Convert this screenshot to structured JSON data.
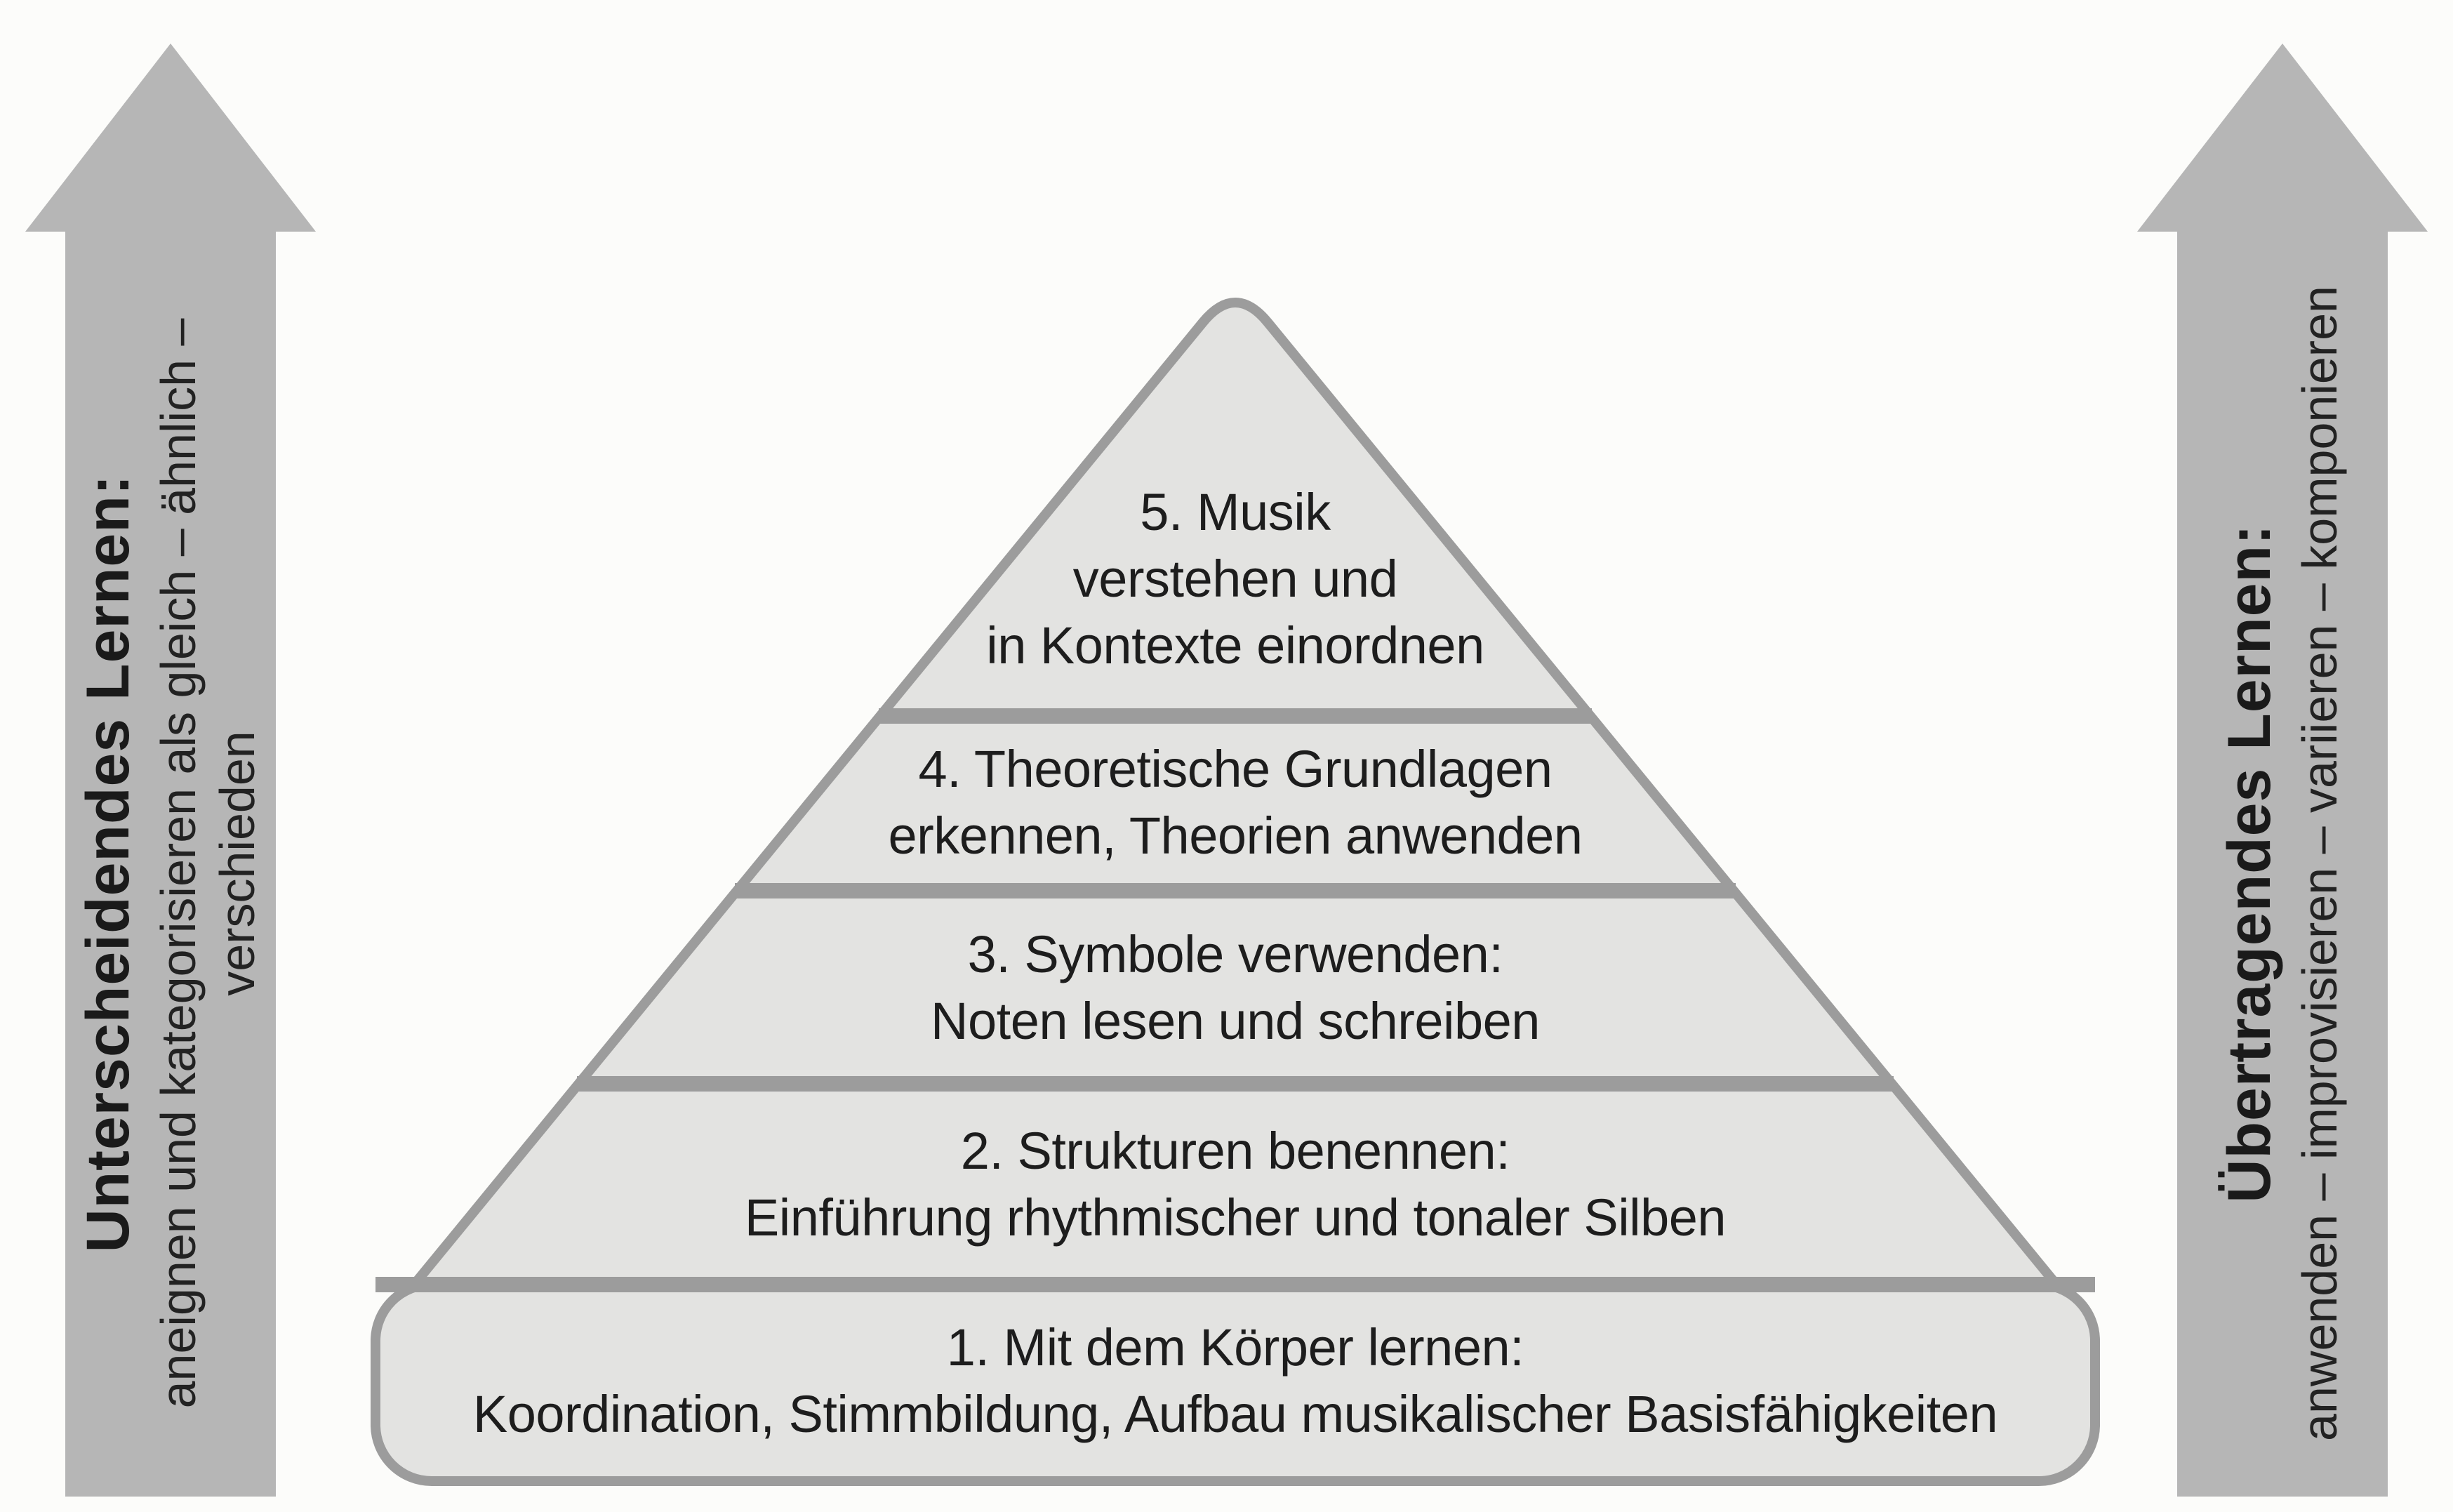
{
  "left_arrow": {
    "title": "Unterscheidendes Lernen:",
    "subtitle": "aneignen und kategorisieren als gleich – ähnlich –\nverschieden"
  },
  "right_arrow": {
    "title": "Übertragendes Lernen:",
    "subtitle": "anwenden – improvisieren – variieren – komponieren"
  },
  "pyramid": {
    "levels": [
      {
        "level": 5,
        "text": "5. Musik\nverstehen und\nin Kontexte einordnen"
      },
      {
        "level": 4,
        "text": "4. Theoretische Grundlagen\nerkennen, Theorien anwenden"
      },
      {
        "level": 3,
        "text": "3. Symbole verwenden:\nNoten lesen und schreiben"
      },
      {
        "level": 2,
        "text": "2. Strukturen benennen:\nEinführung rhythmischer und tonaler Silben"
      },
      {
        "level": 1,
        "text": "1. Mit dem Körper lernen:\nKoordination, Stimmbildung, Aufbau musikalischer Basisfähigkeiten"
      }
    ]
  },
  "colors": {
    "arrow_fill": "#b6b6b6",
    "pyramid_fill": "#e3e3e1",
    "pyramid_border": "#9c9c9c",
    "divider": "#9c9c9c",
    "text": "#1d1d1d",
    "background": "#fcfcfa"
  }
}
